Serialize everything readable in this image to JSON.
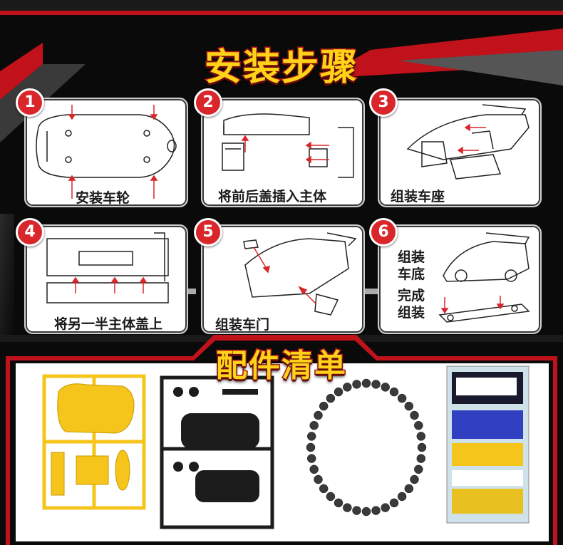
{
  "title": "安装步骤",
  "parts_title": "配件清单",
  "colors": {
    "accent_red": "#d8262b",
    "title_yellow": "#ffd21a",
    "frame_yellow": "#f5c51b",
    "dark": "#1c1c1c"
  },
  "steps": [
    {
      "num": "1",
      "caption": "安装车轮"
    },
    {
      "num": "2",
      "caption": "将前后盖插入主体"
    },
    {
      "num": "3",
      "caption": "组装车座"
    },
    {
      "num": "4",
      "caption": "将另一半主体盖上"
    },
    {
      "num": "5",
      "caption": "组装车门"
    },
    {
      "num": "6",
      "caption_top": [
        "组装",
        "车底"
      ],
      "caption_bottom": [
        "完成",
        "组装"
      ]
    }
  ],
  "parts": [
    {
      "name": "yellow-parts-frame"
    },
    {
      "name": "black-parts-frame"
    },
    {
      "name": "ball-chain"
    },
    {
      "name": "sticker-sheet"
    }
  ]
}
